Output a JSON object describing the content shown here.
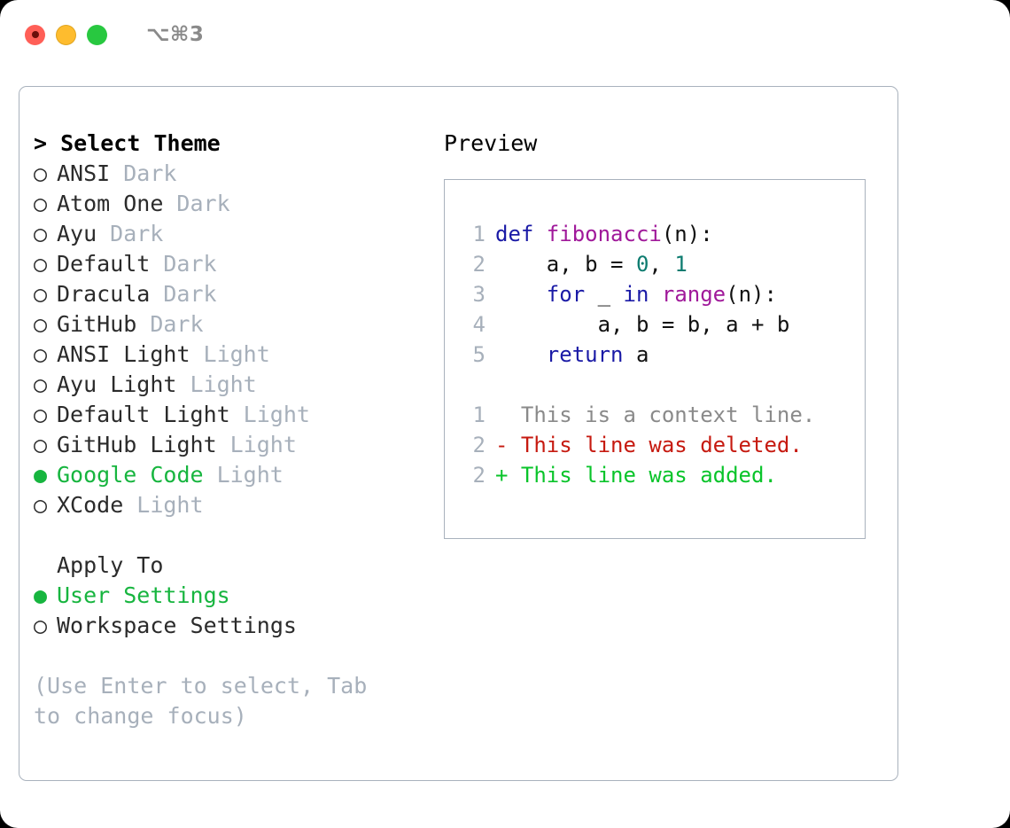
{
  "titlebar": {
    "shortcut": "⌥⌘3",
    "buttons": [
      {
        "name": "close",
        "color": "#ff5f57"
      },
      {
        "name": "minimize",
        "color": "#febc2e"
      },
      {
        "name": "maximize",
        "color": "#28c840"
      }
    ]
  },
  "left": {
    "header": "> Select Theme",
    "themes": [
      {
        "name": "ANSI",
        "variant": "Dark",
        "selected": false
      },
      {
        "name": "Atom One",
        "variant": "Dark",
        "selected": false
      },
      {
        "name": "Ayu",
        "variant": "Dark",
        "selected": false
      },
      {
        "name": "Default",
        "variant": "Dark",
        "selected": false
      },
      {
        "name": "Dracula",
        "variant": "Dark",
        "selected": false
      },
      {
        "name": "GitHub",
        "variant": "Dark",
        "selected": false
      },
      {
        "name": "ANSI Light",
        "variant": "Light",
        "selected": false
      },
      {
        "name": "Ayu Light",
        "variant": "Light",
        "selected": false
      },
      {
        "name": "Default Light",
        "variant": "Light",
        "selected": false
      },
      {
        "name": "GitHub Light",
        "variant": "Light",
        "selected": false
      },
      {
        "name": "Google Code",
        "variant": "Light",
        "selected": true
      },
      {
        "name": "XCode",
        "variant": "Light",
        "selected": false
      }
    ],
    "apply_to": {
      "title": "Apply To",
      "options": [
        {
          "name": "User Settings",
          "selected": true
        },
        {
          "name": "Workspace Settings",
          "selected": false
        }
      ]
    },
    "hint": "(Use Enter to select, Tab to change focus)"
  },
  "right": {
    "header": "Preview",
    "code_lines": [
      {
        "lineno": "1",
        "tokens": [
          {
            "text": "def ",
            "type": "kw"
          },
          {
            "text": "fibonacci",
            "type": "fn"
          },
          {
            "text": "(n):",
            "type": "punc"
          }
        ]
      },
      {
        "lineno": "2",
        "tokens": [
          {
            "text": "    a, b = ",
            "type": "plain"
          },
          {
            "text": "0",
            "type": "num"
          },
          {
            "text": ", ",
            "type": "plain"
          },
          {
            "text": "1",
            "type": "num"
          }
        ]
      },
      {
        "lineno": "3",
        "tokens": [
          {
            "text": "    ",
            "type": "plain"
          },
          {
            "text": "for",
            "type": "kw"
          },
          {
            "text": " _ ",
            "type": "plain"
          },
          {
            "text": "in",
            "type": "kw"
          },
          {
            "text": " ",
            "type": "plain"
          },
          {
            "text": "range",
            "type": "fn"
          },
          {
            "text": "(n):",
            "type": "punc"
          }
        ]
      },
      {
        "lineno": "4",
        "tokens": [
          {
            "text": "        a, b = b, a + b",
            "type": "plain"
          }
        ]
      },
      {
        "lineno": "5",
        "tokens": [
          {
            "text": "    ",
            "type": "plain"
          },
          {
            "text": "return",
            "type": "kw"
          },
          {
            "text": " a",
            "type": "plain"
          }
        ]
      }
    ],
    "diff_lines": [
      {
        "lineno": "1",
        "marker": " ",
        "text": " This is a context line.",
        "type": "ctx"
      },
      {
        "lineno": "2",
        "marker": "-",
        "text": " This line was deleted.",
        "type": "del"
      },
      {
        "lineno": "2",
        "marker": "+",
        "text": " This line was added.",
        "type": "add"
      }
    ]
  },
  "colors": {
    "accent_green": "#17b53f",
    "muted": "#a7b0bb",
    "border": "#a9b2bd",
    "keyword": "#1a1aa6",
    "function": "#a0199a",
    "number": "#0e7c70",
    "diff_deleted": "#c61a10",
    "diff_added": "#09c42a",
    "diff_context": "#8a8a8a"
  },
  "glyphs": {
    "bullet_selected": "●",
    "bullet_unselected": "○"
  }
}
